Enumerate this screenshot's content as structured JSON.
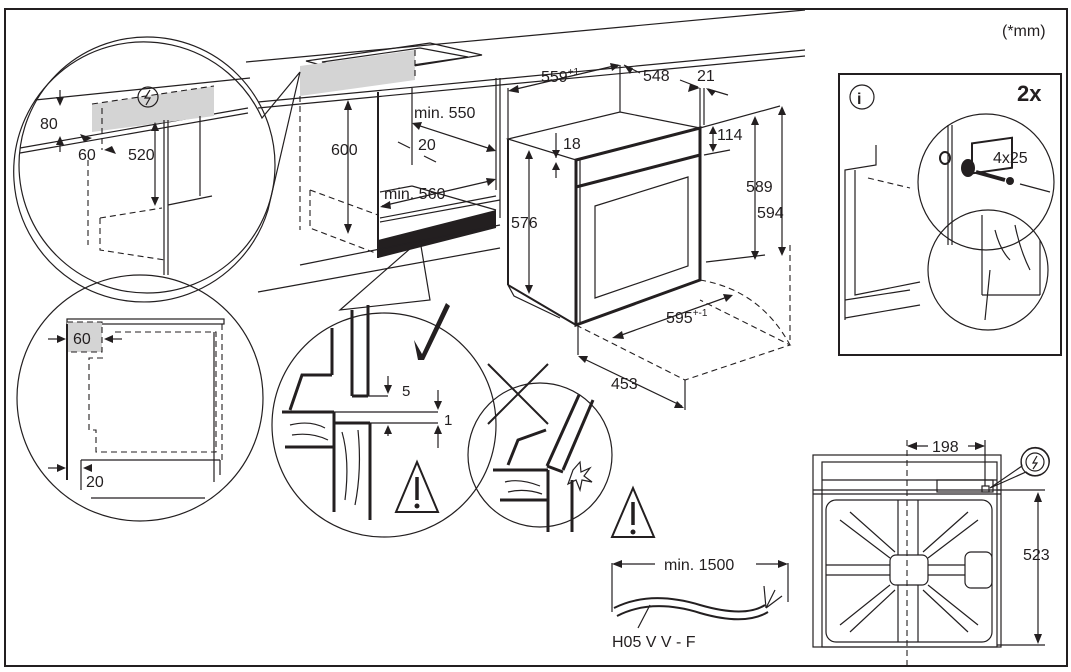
{
  "figure": {
    "title": "Oven built-in installation dimensions",
    "unit_note": "(*mm)",
    "colors": {
      "line": "#231f20",
      "highlight_fill": "#d4d4d4",
      "background": "#ffffff"
    }
  },
  "detail_top_left": {
    "dim_80": "80",
    "dim_60": "60",
    "dim_520": "520",
    "icon": "electric-connection-icon"
  },
  "cabinet_niche": {
    "dim_600": "600",
    "dim_min_550": "min. 550",
    "dim_20": "20",
    "dim_min_560": "min. 560"
  },
  "oven_body": {
    "dim_559": "559",
    "dim_559_tol": "+1",
    "dim_548": "548",
    "dim_21": "21",
    "dim_18": "18",
    "dim_114": "114",
    "dim_576": "576",
    "dim_589": "589",
    "dim_594": "594",
    "dim_595": "595",
    "dim_595_tol": "+-1",
    "dim_453": "453"
  },
  "info_panel": {
    "info_icon": "i",
    "quantity": "2x",
    "screw_size": "4x25"
  },
  "detail_side_view": {
    "dim_60": "60",
    "dim_20": "20"
  },
  "detail_correct": {
    "dim_5": "5",
    "dim_1": "1",
    "status_icon": "checkmark-icon",
    "warning_icon": "warning-icon"
  },
  "detail_incorrect": {
    "status_icon": "cross-icon",
    "impact_icon": "impact-burst-icon"
  },
  "cable": {
    "warning_icon": "warning-icon",
    "min_length": "min. 1500",
    "cable_type": "H05 V V - F"
  },
  "front_view": {
    "dim_198": "198",
    "dim_523": "523",
    "icon": "electric-connection-icon"
  }
}
